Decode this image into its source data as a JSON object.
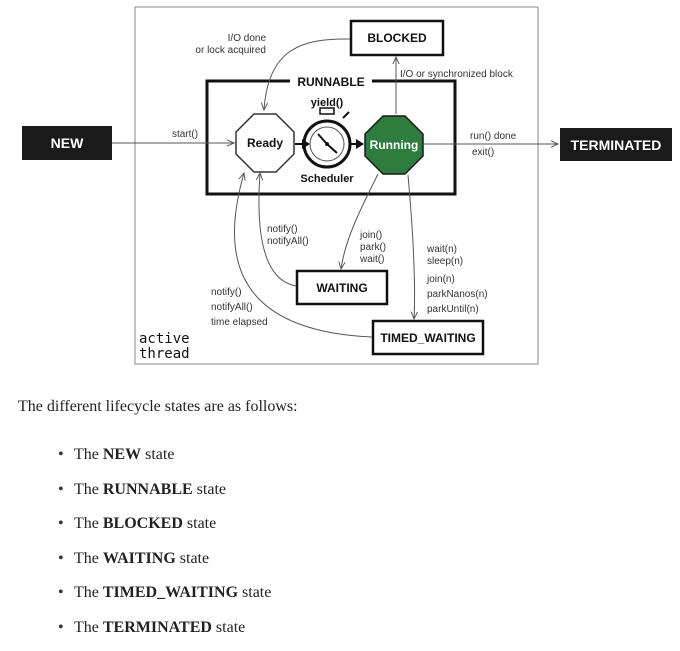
{
  "diagram": {
    "states": {
      "new": "NEW",
      "terminated": "TERMINATED",
      "runnable": "RUNNABLE",
      "blocked": "BLOCKED",
      "waiting": "WAITING",
      "timed_waiting": "TIMED_WAITING",
      "ready": "Ready",
      "running": "Running"
    },
    "scheduler": {
      "yield": "yield()",
      "label": "Scheduler"
    },
    "transitions": {
      "start": "start()",
      "io_done_1": "I/O done",
      "io_done_2": "or lock acquired",
      "io_sync": "I/O or synchronized block",
      "run_done": "run() done",
      "exit": "exit()",
      "notify_waiting": [
        "notify()",
        "notifyAll()"
      ],
      "join_park_wait": [
        "join()",
        "park()",
        "wait()"
      ],
      "timed_calls": [
        "wait(n)",
        "sleep(n)",
        "join(n)",
        "parkNanos(n)",
        "parkUntil(n)"
      ],
      "notify_timed": [
        "notify()",
        "notifyAll()",
        "time elapsed"
      ]
    },
    "active_thread": [
      "active",
      "thread"
    ],
    "colors": {
      "running_fill": "#2e7d3f",
      "dark_box": "#1a1a1a"
    }
  },
  "intro": "The different lifecycle states are as follows:",
  "states_list": [
    {
      "prefix": "The ",
      "name": "NEW",
      "suffix": " state"
    },
    {
      "prefix": "The ",
      "name": "RUNNABLE",
      "suffix": " state"
    },
    {
      "prefix": "The ",
      "name": "BLOCKED",
      "suffix": " state"
    },
    {
      "prefix": "The ",
      "name": "WAITING",
      "suffix": " state"
    },
    {
      "prefix": "The ",
      "name": "TIMED_WAITING",
      "suffix": " state"
    },
    {
      "prefix": "The ",
      "name": "TERMINATED",
      "suffix": " state"
    }
  ]
}
